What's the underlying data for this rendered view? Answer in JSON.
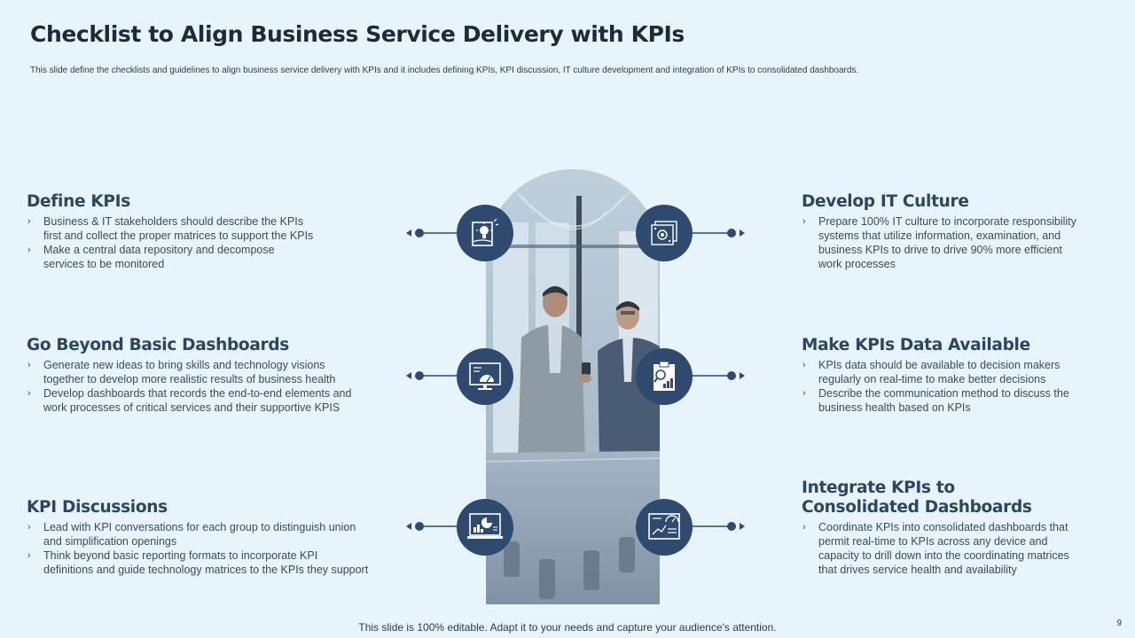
{
  "title": "Checklist to Align Business Service Delivery with KPIs",
  "subtitle": "This slide define the checklists and guidelines to align business service delivery with KPIs and it includes defining KPIs, KPI discussion, IT culture development and integration of KPIs to consolidated dashboards.",
  "sections": {
    "define_kpis": {
      "title": "Define KPIs",
      "bullets": [
        [
          "Business & IT stakeholders should describe the KPIs",
          "first and collect the proper matrices to support the KPIs"
        ],
        [
          "Make a central data repository and decompose",
          "services to be monitored"
        ]
      ]
    },
    "dashboards": {
      "title": "Go Beyond Basic Dashboards",
      "bullets": [
        [
          "Generate new ideas to bring skills and technology visions",
          "together to develop more realistic results of business health"
        ],
        [
          "Develop dashboards that records the end-to-end elements and",
          "work processes of critical services and their supportive KPIS"
        ]
      ]
    },
    "discussions": {
      "title": "KPI Discussions",
      "bullets": [
        [
          "Lead with KPI conversations for each group to distinguish union",
          "and simplification openings"
        ],
        [
          "Think beyond basic reporting formats to incorporate KPI",
          "definitions and guide technology matrices to the KPIs they support"
        ]
      ]
    },
    "it_culture": {
      "title": "Develop IT Culture",
      "bullets": [
        [
          "Prepare 100% IT culture to incorporate responsibility",
          "systems that utilize information, examination, and",
          "business KPIs to drive to drive 90% more efficient",
          "work processes"
        ]
      ]
    },
    "data_available": {
      "title": "Make KPIs Data Available",
      "bullets": [
        [
          "KPIs data should be available to decision makers",
          "regularly on real-time to make better decisions"
        ],
        [
          "Describe the communication method to discuss the",
          "business health based on KPIs"
        ]
      ]
    },
    "integrate": {
      "title_line1": "Integrate KPIs to",
      "title_line2": "Consolidated Dashboards",
      "bullets": [
        [
          "Coordinate KPIs into consolidated dashboards that",
          "permit real-time to KPIs across any device and",
          "capacity to drill down into the coordinating matrices",
          "that drives service health and availability"
        ]
      ]
    }
  },
  "icons": {
    "left_top": "lightbulb-idea-icon",
    "left_middle": "dashboard-monitor-gauge-icon",
    "left_bottom": "analytics-monitor-icon",
    "right_top": "culture-cards-icon",
    "right_middle": "kpi-report-clipboard-icon",
    "right_bottom": "consolidated-dashboard-icon"
  },
  "colors": {
    "background": "#e8f4fc",
    "accent": "#2e4a6e",
    "heading": "#2b4563"
  },
  "bullet_marker": "›",
  "footer": "This slide is 100% editable. Adapt it to your needs and capture your audience's attention.",
  "page_number": "9"
}
